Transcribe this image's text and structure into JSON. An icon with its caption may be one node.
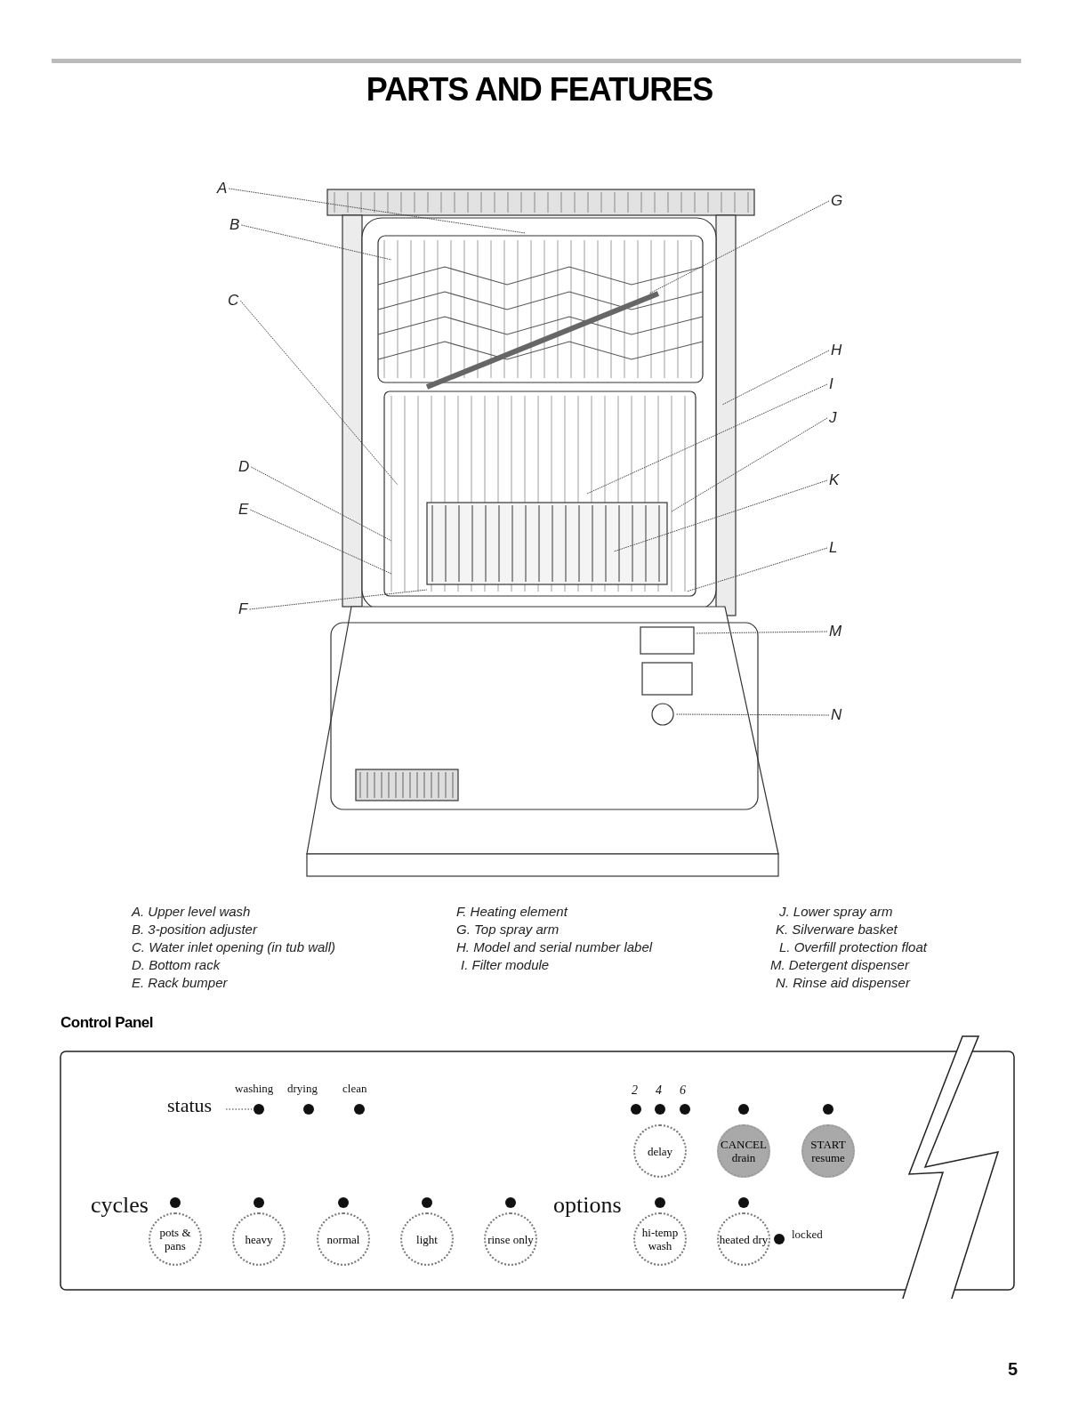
{
  "diagram": {
    "title": "PARTS AND FEATURES",
    "nodes": [
      {
        "text": [
          "A"
        ]
      },
      {
        "text": [
          "B"
        ]
      },
      {
        "text": [
          "C"
        ]
      },
      {
        "text": [
          "D"
        ]
      },
      {
        "text": [
          "E"
        ]
      },
      {
        "text": [
          "F"
        ]
      },
      {
        "text": [
          "G"
        ]
      },
      {
        "text": [
          "H"
        ]
      },
      {
        "text": [
          "I"
        ]
      },
      {
        "text": [
          "J"
        ]
      },
      {
        "text": [
          "K"
        ]
      },
      {
        "text": [
          "L"
        ]
      },
      {
        "text": [
          "M"
        ]
      },
      {
        "text": [
          "N"
        ]
      },
      {
        "text": [
          "Control Panel"
        ]
      },
      {
        "text": [
          "delay"
        ],
        "in": 14
      },
      {
        "text": [
          "CANCEL drain"
        ],
        "in": 14
      },
      {
        "text": [
          "START resume"
        ],
        "in": 14
      },
      {
        "text": [
          "pots & pans"
        ],
        "in": 14
      },
      {
        "text": [
          "heavy"
        ],
        "in": 14
      },
      {
        "text": [
          "normal"
        ],
        "in": 14
      },
      {
        "text": [
          "light"
        ],
        "in": 14
      },
      {
        "text": [
          "rinse only"
        ],
        "in": 14
      },
      {
        "text": [
          "hi-temp wash"
        ],
        "in": 14
      },
      {
        "text": [
          "heated dry"
        ],
        "in": 14
      }
    ],
    "edges": [
      {
        "from": 0,
        "to": null,
        "arrow": "none"
      },
      {
        "from": 1,
        "to": null,
        "arrow": "none"
      },
      {
        "from": 2,
        "to": null,
        "arrow": "none"
      },
      {
        "from": 3,
        "to": null,
        "arrow": "none"
      },
      {
        "from": 4,
        "to": null,
        "arrow": "none"
      },
      {
        "from": 5,
        "to": null,
        "arrow": "none"
      },
      {
        "from": 6,
        "to": null,
        "arrow": "none"
      },
      {
        "from": 7,
        "to": null,
        "arrow": "none"
      },
      {
        "from": 8,
        "to": null,
        "arrow": "none"
      },
      {
        "from": 9,
        "to": null,
        "arrow": "none"
      },
      {
        "from": 10,
        "to": null,
        "arrow": "none"
      },
      {
        "from": 11,
        "to": null,
        "arrow": "none"
      },
      {
        "from": 12,
        "to": null,
        "arrow": "none"
      },
      {
        "from": 13,
        "to": null,
        "arrow": "none"
      }
    ],
    "labels": [
      "A. Upper level wash",
      "B. 3-position adjuster",
      "C. Water inlet opening (in tub wall)",
      "D. Bottom rack",
      "E. Rack bumper",
      "F. Heating element",
      "G. Top spray arm",
      "H. Model and serial number label",
      "I. Filter module",
      "J. Lower spray arm",
      "K. Silverware basket",
      "L. Overfill protection float",
      "M. Detergent dispenser",
      "N. Rinse aid dispenser",
      "washing",
      "drying",
      "clean",
      "status",
      "2",
      "4",
      "6",
      "cycles",
      "options",
      "locked",
      "5"
    ]
  }
}
